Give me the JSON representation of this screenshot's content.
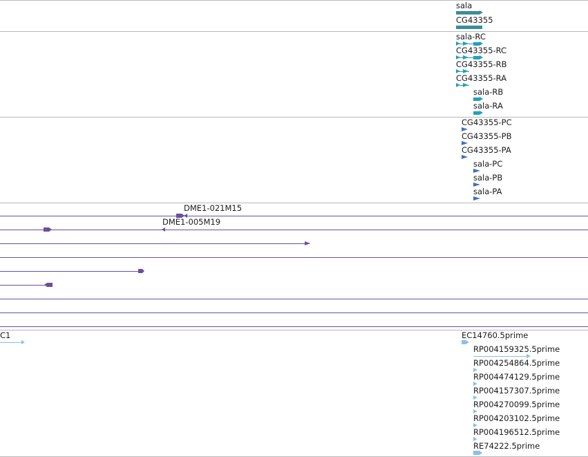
{
  "colors": {
    "gene": "#3a8e9a",
    "mrna": "#1fa2bd",
    "protein": "#3f6fc6",
    "clone": "#6a4f9e",
    "est": "#8cc0e6",
    "separator": "#b8b8b8",
    "text": "#1a1a1a"
  },
  "tracks": {
    "gene": {
      "features": [
        {
          "label": "sala"
        },
        {
          "label": "CG43355"
        }
      ]
    },
    "transcripts": {
      "features": [
        {
          "label": "sala-RC"
        },
        {
          "label": "CG43355-RC"
        },
        {
          "label": "CG43355-RB"
        },
        {
          "label": "CG43355-RA"
        },
        {
          "label": "sala-RB"
        },
        {
          "label": "sala-RA"
        }
      ]
    },
    "proteins": {
      "features": [
        {
          "label": "CG43355-PC"
        },
        {
          "label": "CG43355-PB"
        },
        {
          "label": "CG43355-PA"
        },
        {
          "label": "sala-PC"
        },
        {
          "label": "sala-PB"
        },
        {
          "label": "sala-PA"
        }
      ]
    },
    "clones": {
      "features": [
        {
          "label": "DME1-021M15"
        },
        {
          "label": "DME1-005M19"
        }
      ]
    },
    "ests": {
      "features": [
        {
          "label": "C1"
        },
        {
          "label": "EC14760.5prime"
        },
        {
          "label": "RP004159325.5prime"
        },
        {
          "label": "RP004254864.5prime"
        },
        {
          "label": "RP004474129.5prime"
        },
        {
          "label": "RP004157307.5prime"
        },
        {
          "label": "RP004270099.5prime"
        },
        {
          "label": "RP004203102.5prime"
        },
        {
          "label": "RP004196512.5prime"
        },
        {
          "label": "RE74222.5prime"
        }
      ]
    }
  }
}
